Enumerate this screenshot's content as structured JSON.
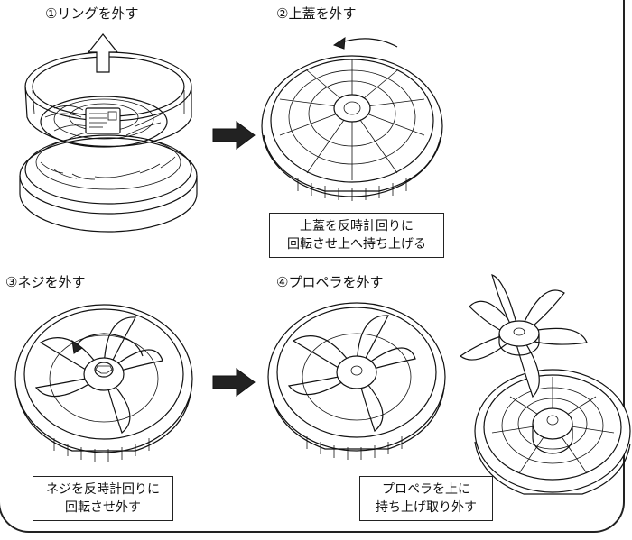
{
  "steps": [
    {
      "title": "①リングを外す"
    },
    {
      "title": "②上蓋を外す"
    },
    {
      "title": "③ネジを外す"
    },
    {
      "title": "④プロペラを外す"
    }
  ],
  "callouts": {
    "cover": {
      "line1": "上蓋を反時計回りに",
      "line2": "回転させ上へ持ち上げる"
    },
    "screw": {
      "line1": "ネジを反時計回りに",
      "line2": "回転させ外す"
    },
    "propeller": {
      "line1": "プロペラを上に",
      "line2": "持ち上げ取り外す"
    }
  },
  "icons": {
    "up_arrow": "up-arrow-icon",
    "next_arrow": "right-arrow-icon",
    "rotate_arrow": "counterclockwise-arrow-icon"
  },
  "colors": {
    "line": "#111111",
    "background": "#ffffff"
  }
}
